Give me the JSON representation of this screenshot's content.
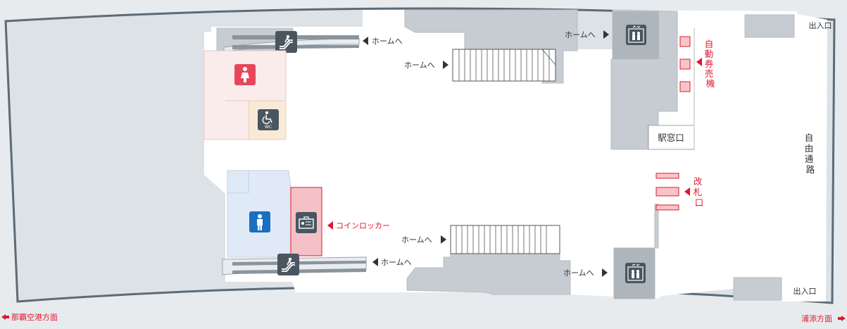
{
  "colors": {
    "background": "#e8ebee",
    "outer_fill": "#dde2e6",
    "floor": "#ffffff",
    "structure": "#c6ccd1",
    "wall_dark": "#5d6b75",
    "icon_dark": "#495660",
    "accent_red": "#e0182d",
    "women": "#e8465b",
    "women_area": "#fbecec",
    "men": "#1a6fbf",
    "men_area": "#dfeaf6",
    "accessible_area": "#f9ead7",
    "locker_area": "#f5c0c6",
    "ticket_box": "#f7c5c9"
  },
  "labels": {
    "to_platform": "ホームへ",
    "ticket_machines": [
      "自",
      "動",
      "券",
      "売",
      "機"
    ],
    "ticket_gate": [
      "改",
      "札",
      "口"
    ],
    "free_passage": [
      "自",
      "由",
      "通",
      "路"
    ],
    "ticket_window": "駅窓口",
    "exit": "出入口",
    "coin_locker": "コインロッカー",
    "dir_naha_airport": "那覇空港方面",
    "dir_urasoe": "浦添方面",
    "wc_text": "WC"
  },
  "icons": {
    "escalator": "escalator-icon",
    "elevator": "elevator-icon",
    "women": "women-restroom-icon",
    "men": "men-restroom-icon",
    "accessible": "wheelchair-icon",
    "locker": "coin-locker-icon"
  }
}
